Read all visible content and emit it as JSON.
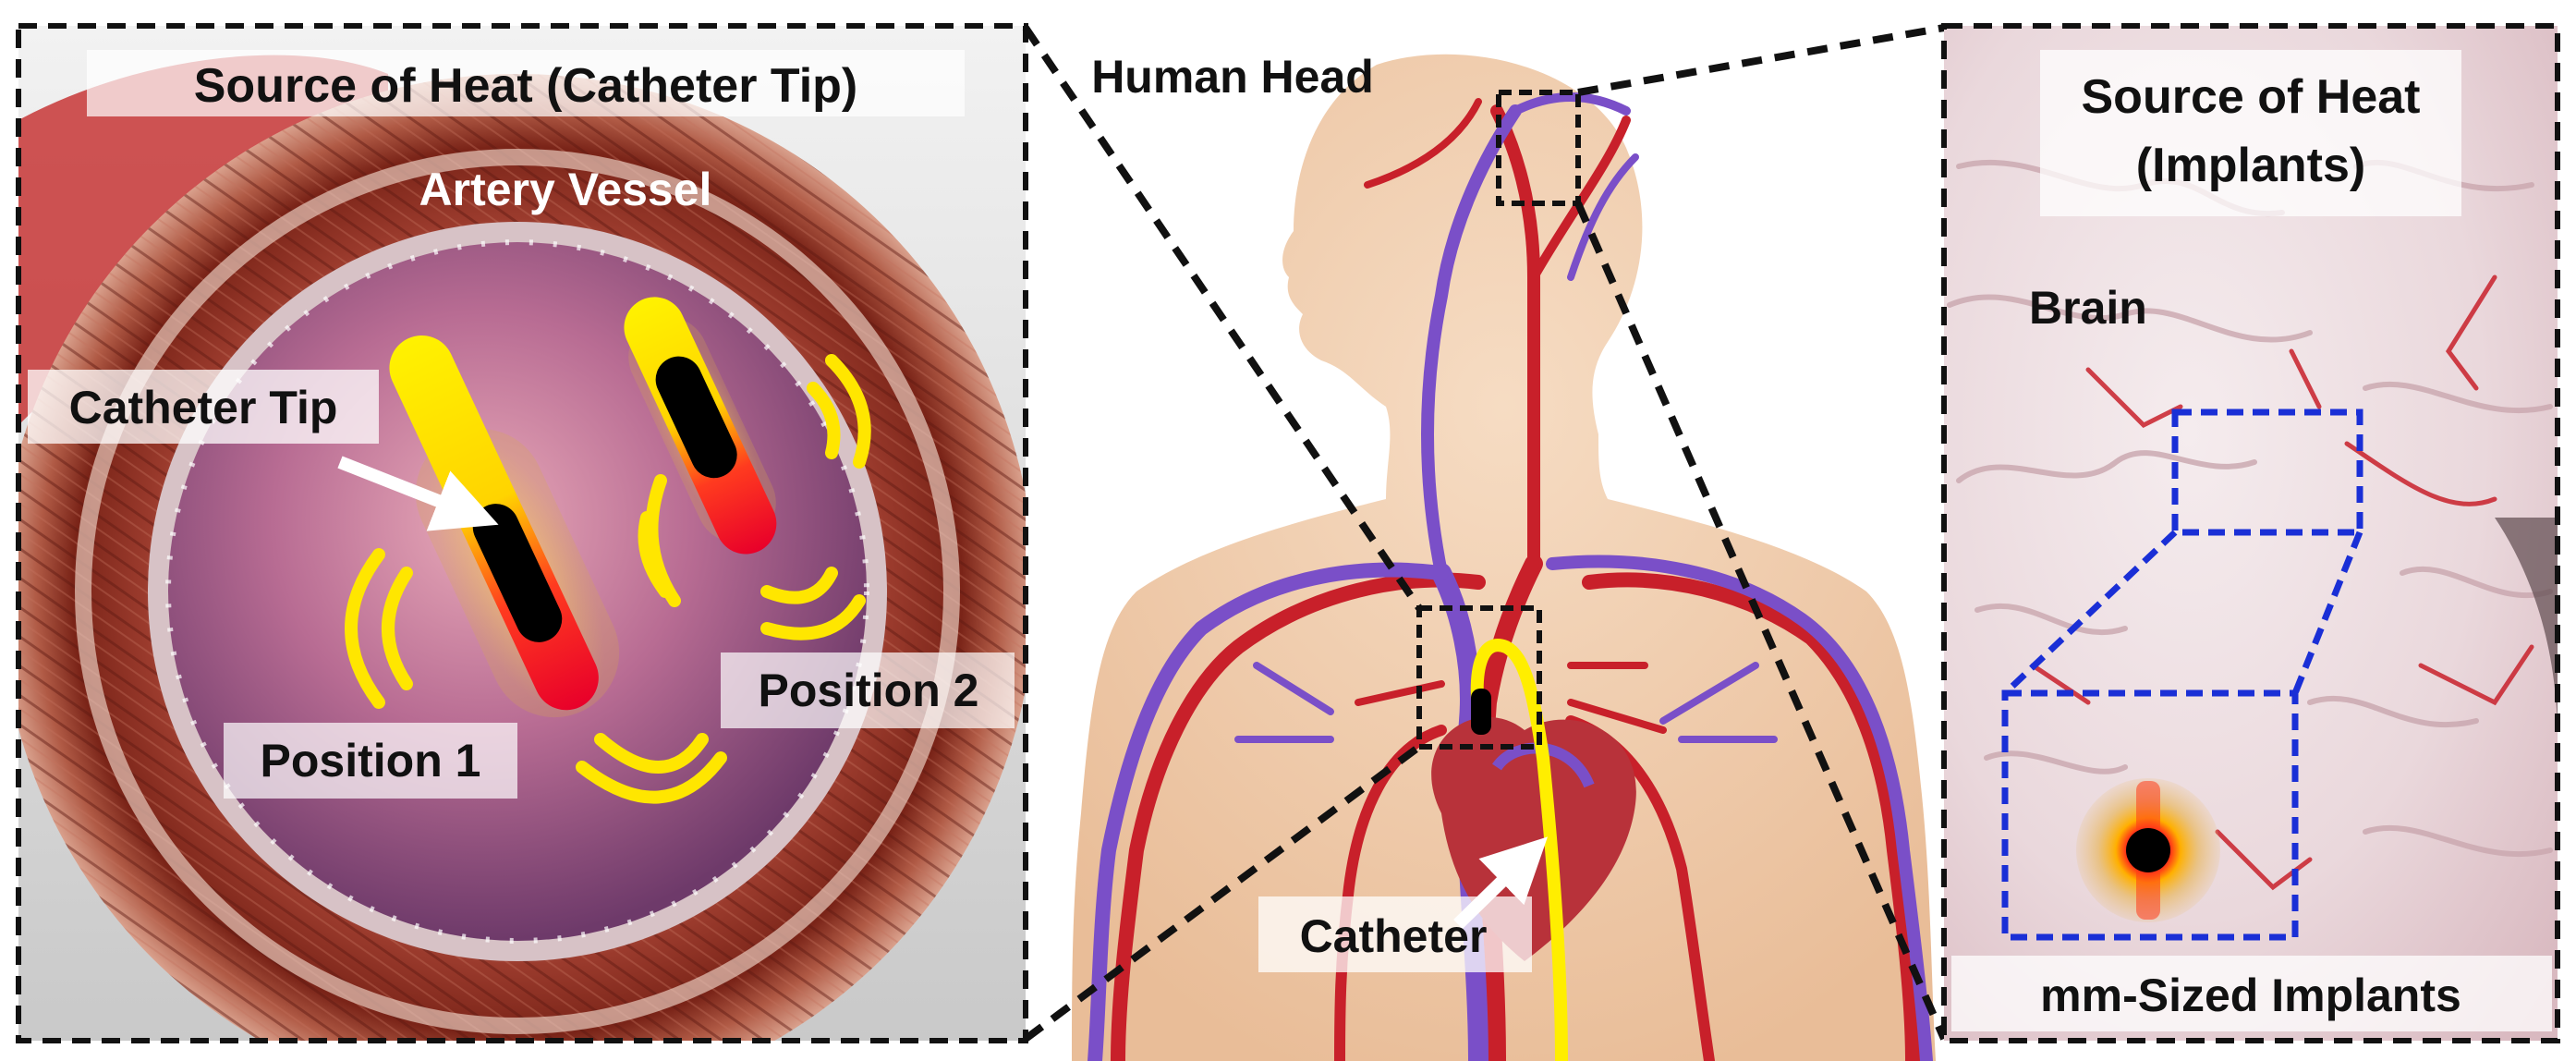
{
  "panels": {
    "left": {
      "title": "Source of Heat (Catheter Tip)",
      "artery_label": "Artery Vessel",
      "catheter_tip_label": "Catheter Tip",
      "position1_label": "Position 1",
      "position2_label": "Position 2"
    },
    "center": {
      "head_label": "Human Head",
      "catheter_label": "Catheter"
    },
    "right": {
      "title_line1": "Source of Heat",
      "title_line2": "(Implants)",
      "brain_label": "Brain",
      "implants_label": "mm-Sized Implants"
    }
  },
  "colors": {
    "artery_red": "#c8202a",
    "vein_purple": "#7a4fc8",
    "catheter_yellow": "#ffee00",
    "callout_black": "#111111",
    "zoom_blue": "#1a2fd6",
    "skin": "#efc9a8",
    "vessel_wall": "#8a2e22",
    "brain_tissue": "#efdfe2"
  }
}
